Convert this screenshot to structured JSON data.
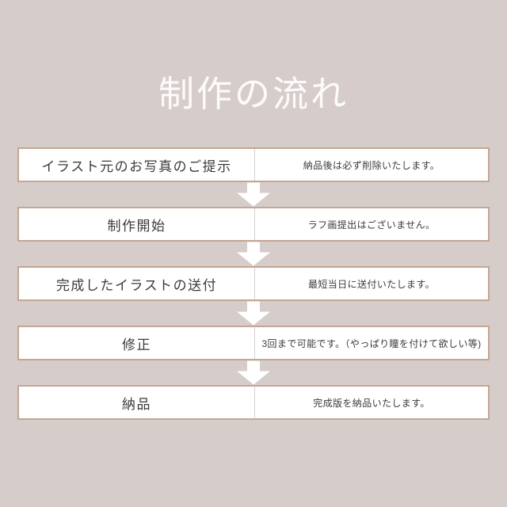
{
  "page": {
    "title": "制作の流れ",
    "background_color": "#d6cdcb",
    "title_color": "#fdfbfa",
    "cell_background": "#ffffff",
    "cell_border_color": "#c3a695",
    "arrow_color": "#ffffff",
    "text_color": "#3b3b3b"
  },
  "flow": {
    "arrow_icon_name": "arrow-down-icon",
    "steps": [
      {
        "step_label": "イラスト元のお写真のご提示",
        "step_note": "納品後は必ず削除いたします。"
      },
      {
        "step_label": "制作開始",
        "step_note": "ラフ画提出はございません。"
      },
      {
        "step_label": "完成したイラストの送付",
        "step_note": "最短当日に送付いたします。"
      },
      {
        "step_label": "修正",
        "step_note": "3回まで可能です。（やっぱり瞳を付けて欲しい等)"
      },
      {
        "step_label": "納品",
        "step_note": "完成版を納品いたします。"
      }
    ]
  }
}
